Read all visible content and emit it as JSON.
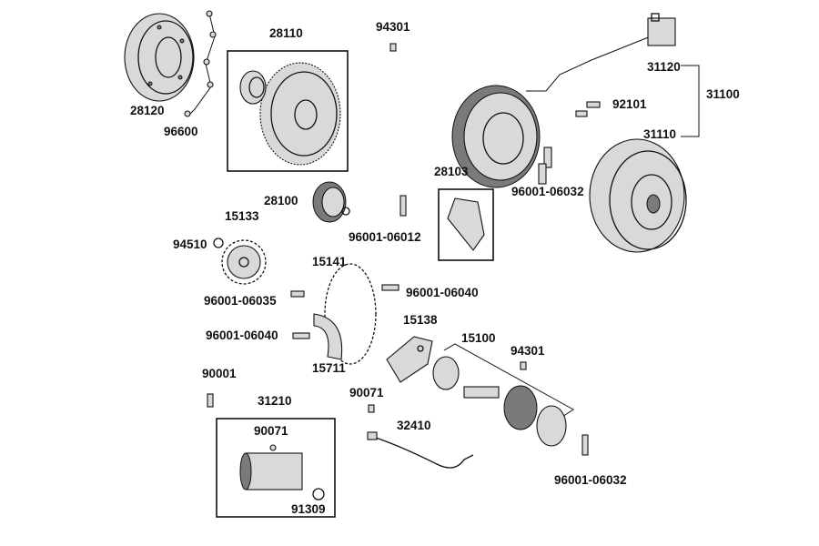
{
  "labels": {
    "p28120": "28120",
    "p96600": "96600",
    "p28110": "28110",
    "p94301_top": "94301",
    "p31120": "31120",
    "p31100": "31100",
    "p92101": "92101",
    "p31110": "31110",
    "p28103": "28103",
    "p96001_06032_top": "96001-06032",
    "p28100": "28100",
    "p15133": "15133",
    "p94510": "94510",
    "p96001_06012": "96001-06012",
    "p15141": "15141",
    "p96001_06040_right": "96001-06040",
    "p96001_06035": "96001-06035",
    "p15138": "15138",
    "p96001_06040_left": "96001-06040",
    "p15100": "15100",
    "p94301_mid": "94301",
    "p15711": "15711",
    "p90001": "90001",
    "p90071_mid": "90071",
    "p31210": "31210",
    "p90071_box": "90071",
    "p32410": "32410",
    "p96001_06032_bottom": "96001-06032",
    "p91309": "91309"
  }
}
